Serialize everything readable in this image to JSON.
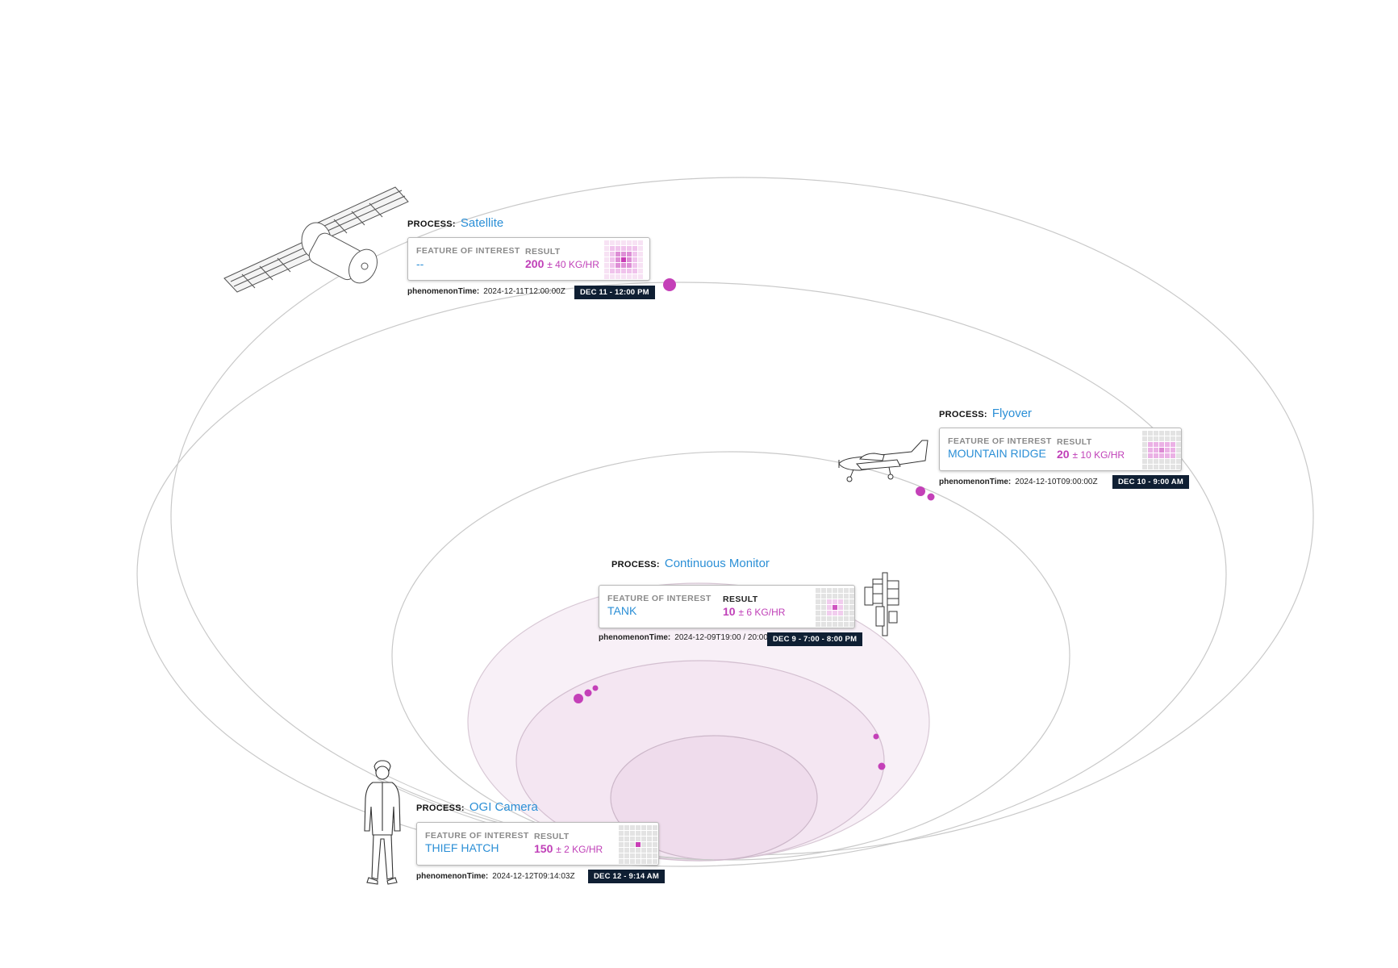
{
  "colors": {
    "accent_blue": "#2b8fd6",
    "result_magenta": "#c040b8",
    "badge_bg": "#0f1f33",
    "orbit_line": "#c9c9c9"
  },
  "processes": [
    {
      "id": "satellite",
      "process_key": "PROCESS:",
      "process_name": "Satellite",
      "foi_label": "FEATURE OF INTEREST",
      "foi_value": "--",
      "result_label": "RESULT",
      "result_value": "200",
      "result_uncertainty": "± 40 KG/HR",
      "time_key": "phenomenonTime:",
      "time_value": "2024-12-11T12:00:00Z",
      "badge": "DEC 11 - 12:00 PM",
      "icon": "satellite-icon",
      "heat_level": "wide"
    },
    {
      "id": "flyover",
      "process_key": "PROCESS:",
      "process_name": "Flyover",
      "foi_label": "FEATURE OF INTEREST",
      "foi_value": "MOUNTAIN RIDGE",
      "result_label": "RESULT",
      "result_value": "20",
      "result_uncertainty": "± 10 KG/HR",
      "time_key": "phenomenonTime:",
      "time_value": "2024-12-10T09:00:00Z",
      "badge": "DEC 10 - 9:00 AM",
      "icon": "airplane-icon",
      "heat_level": "medium"
    },
    {
      "id": "continuous",
      "process_key": "PROCESS:",
      "process_name": "Continuous Monitor",
      "foi_label": "FEATURE OF INTEREST",
      "foi_value": "TANK",
      "result_label": "RESULT",
      "result_value": "10",
      "result_uncertainty": "± 6 KG/HR",
      "time_key": "phenomenonTime:",
      "time_value": "2024-12-09T19:00 / 20:00",
      "badge": "DEC 9 - 7:00 - 8:00 PM",
      "icon": "monitor-tower-icon",
      "heat_level": "small"
    },
    {
      "id": "ogi",
      "process_key": "PROCESS:",
      "process_name": "OGI Camera",
      "foi_label": "FEATURE OF INTEREST",
      "foi_value": "THIEF HATCH",
      "result_label": "RESULT",
      "result_value": "150",
      "result_uncertainty": "± 2 KG/HR",
      "time_key": "phenomenonTime:",
      "time_value": "2024-12-12T09:14:03Z",
      "badge": "DEC 12 - 9:14 AM",
      "icon": "person-icon",
      "heat_level": "point"
    }
  ]
}
